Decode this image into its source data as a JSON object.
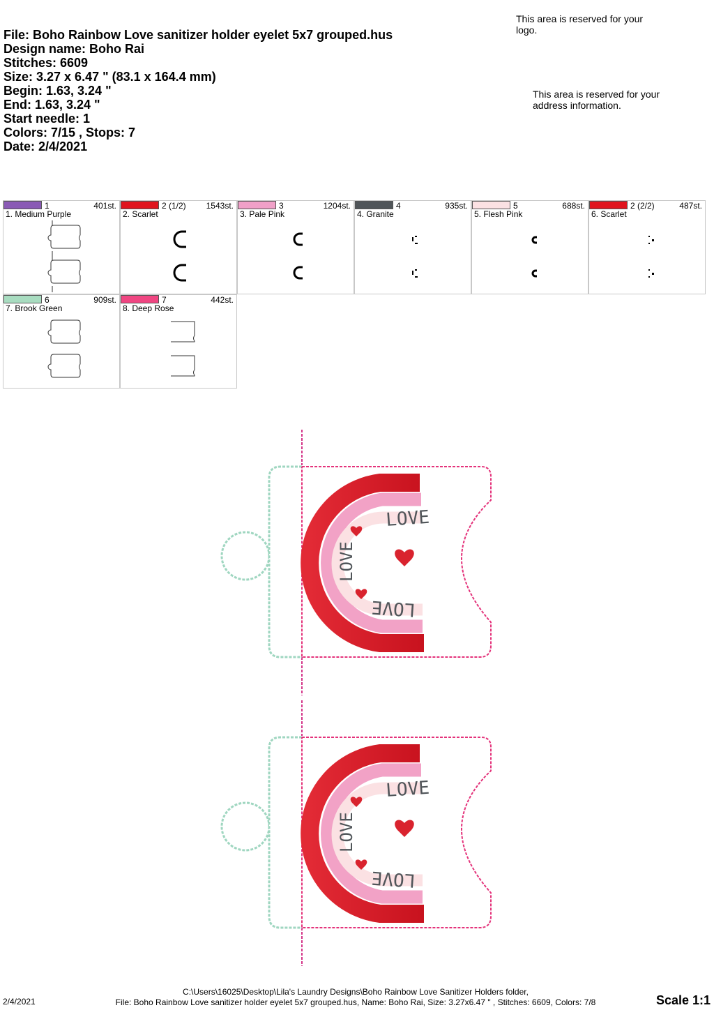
{
  "info": {
    "file": "File: Boho Rainbow Love sanitizer holder eyelet 5x7 grouped.hus",
    "design_name": "Design name: Boho Rai",
    "stitches": "Stitches: 6609",
    "size": "Size: 3.27 x 6.47 \" (83.1 x 164.4 mm)",
    "begin": "Begin: 1.63, 3.24 \"",
    "end": "End: 1.63, 3.24 \"",
    "start_needle": "Start needle: 1",
    "colors_stops": "Colors: 7/15 , Stops: 7",
    "date": "Date: 2/4/2021"
  },
  "reserved": {
    "logo": "This area is reserved for your logo.",
    "address": "This area is reserved for your address information."
  },
  "stops": [
    {
      "num": "1",
      "stitches": "401st.",
      "name": "1. Medium Purple",
      "color": "#8a5ab5"
    },
    {
      "num": "2 (1/2)",
      "stitches": "1543st.",
      "name": "2. Scarlet",
      "color": "#e0141e"
    },
    {
      "num": "3",
      "stitches": "1204st.",
      "name": "3. Pale Pink",
      "color": "#f0a0c8"
    },
    {
      "num": "4",
      "stitches": "935st.",
      "name": "4. Granite",
      "color": "#505559"
    },
    {
      "num": "5",
      "stitches": "688st.",
      "name": "5. Flesh Pink",
      "color": "#fbe1e3"
    },
    {
      "num": "2 (2/2)",
      "stitches": "487st.",
      "name": "6. Scarlet",
      "color": "#e0141e"
    },
    {
      "num": "6",
      "stitches": "909st.",
      "name": "7. Brook Green",
      "color": "#a8dcc0"
    },
    {
      "num": "7",
      "stitches": "442st.",
      "name": "8. Deep Rose",
      "color": "#f04682"
    }
  ],
  "design": {
    "word": "LOVE",
    "outline_color": "#9fd6c0",
    "line_color": "#e4327a"
  },
  "footer": {
    "date": "2/4/2021",
    "path": "C:\\Users\\16025\\Desktop\\Lila's Laundry Designs\\Boho Rainbow Love Sanitizer Holders folder,",
    "details": "File: Boho Rainbow Love sanitizer holder eyelet 5x7 grouped.hus, Name: Boho Rai, Size: 3.27x6.47 \" , Stitches: 6609, Colors: 7/8",
    "scale": "Scale 1:1"
  }
}
